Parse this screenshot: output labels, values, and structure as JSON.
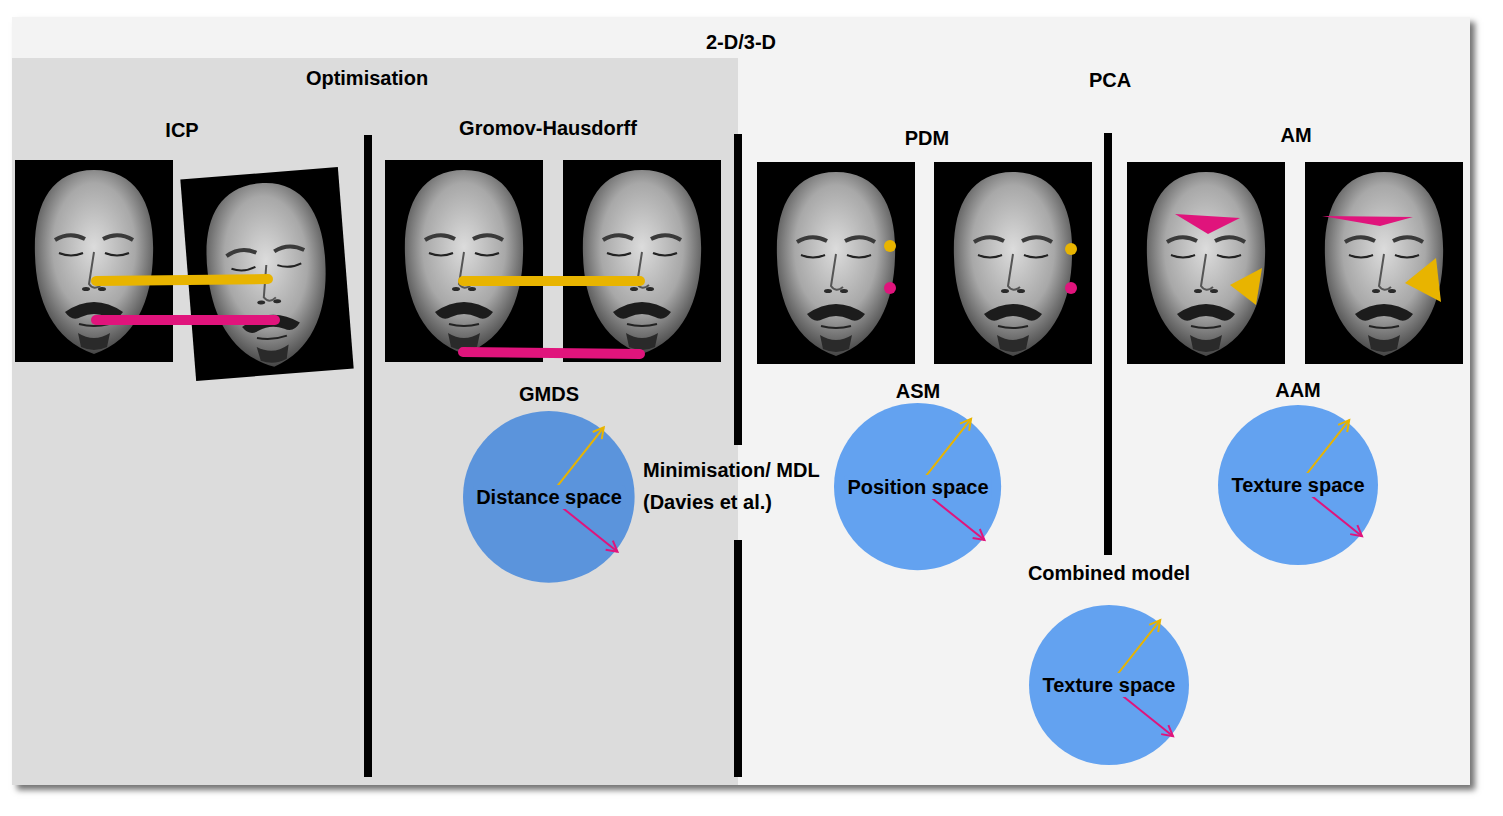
{
  "diagram": {
    "nodes": [
      {
        "text": [
          "2-D/3-D"
        ]
      },
      {
        "text": [
          "Optimisation"
        ],
        "in": 0
      },
      {
        "text": [
          "PCA"
        ],
        "in": 0
      },
      {
        "text": [
          "GMDS",
          "Distance space"
        ],
        "in": 1
      },
      {
        "text": [
          "ASM",
          "Position space"
        ],
        "in": 2
      },
      {
        "text": [
          "AAM",
          "Texture space"
        ],
        "in": 2
      },
      {
        "text": [
          "Combined model",
          "Texture space"
        ],
        "in": 2
      }
    ],
    "labels": [
      "ICP",
      "Gromov-Hausdorff",
      "PDM",
      "AM",
      "Minimisation/ MDL (Davies et al.)"
    ]
  }
}
